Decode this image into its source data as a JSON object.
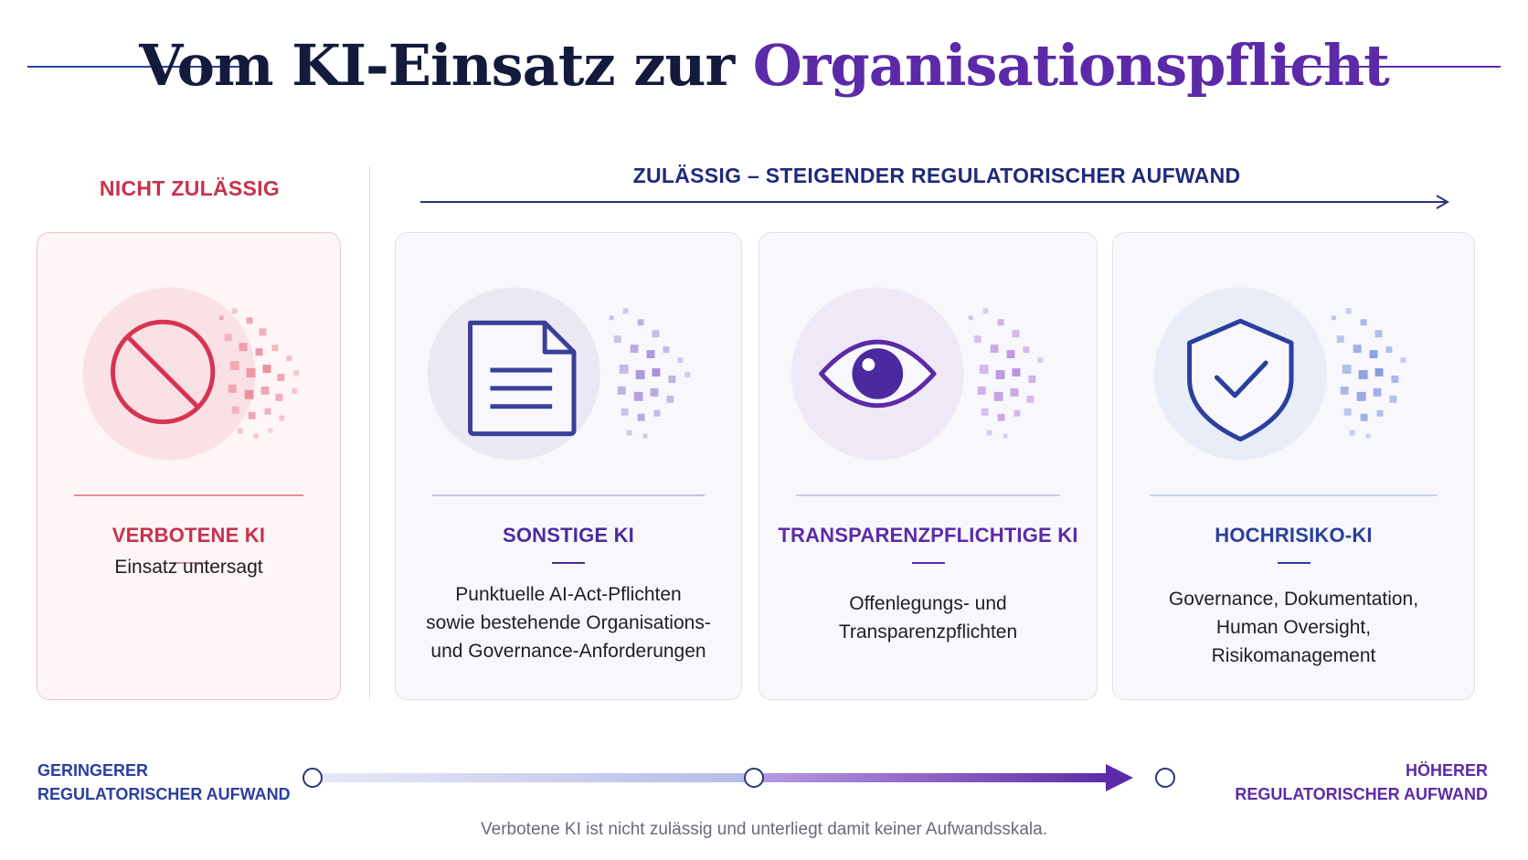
{
  "title": {
    "part1": "Vom KI-Einsatz zur ",
    "part2": "Organisationspflicht"
  },
  "sections": {
    "not_allowed": "NICHT ZULÄSSIG",
    "allowed": "ZULÄSSIG – STEIGENDER REGULATORISCHER AUFWAND"
  },
  "cards": [
    {
      "title": "VERBOTENE KI",
      "icon": "prohibited-icon",
      "description": [
        "Einsatz untersagt"
      ]
    },
    {
      "title": "SONSTIGE KI",
      "icon": "document-icon",
      "description": [
        "Punktuelle AI-Act-Pflichten",
        "sowie bestehende Organisations-",
        "und Governance-Anforderungen"
      ]
    },
    {
      "title": "TRANSPARENZPFLICHTIGE KI",
      "icon": "eye-icon",
      "description": [
        "Offenlegungs- und",
        "Transparenzpflichten"
      ]
    },
    {
      "title": "HOCHRISIKO-KI",
      "icon": "shield-check-icon",
      "description": [
        "Governance, Dokumentation,",
        "Human Oversight,",
        "Risikomanagement"
      ]
    }
  ],
  "scale": {
    "low": [
      "GERINGERER",
      "REGULATORISCHER AUFWAND"
    ],
    "high": [
      "HÖHERER",
      "REGULATORISCHER AUFWAND"
    ]
  },
  "footnote": "Verbotene KI ist nicht zulässig und unterliegt damit keiner Aufwandsskala.",
  "colors": {
    "forbidden": "#c8314e",
    "other": "#4b2aa0",
    "transparency": "#5c2aa8",
    "highrisk": "#2a3f9e",
    "title_dark": "#141a3c"
  }
}
